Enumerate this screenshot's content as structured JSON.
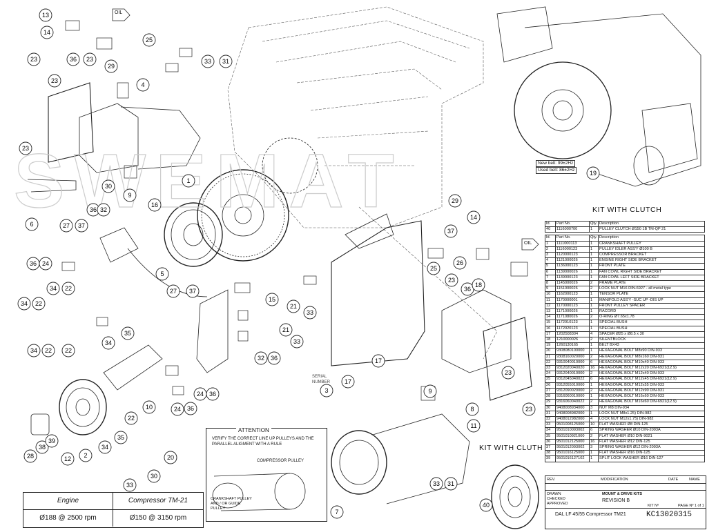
{
  "kit_title": "KIT WITH CLUTCH",
  "kit_title_small": "KIT WITH CLUTH",
  "table_header": {
    "id": "Id.",
    "part": "Part No.",
    "qty": "Qty.",
    "desc": "Description"
  },
  "clutch_row": {
    "id": "40",
    "part": "1116000700",
    "qty": "1",
    "desc": "PULLEY CLUTCH Ø150 1B TM-QP 21"
  },
  "parts": [
    {
      "id": "1",
      "part": "1111000113",
      "qty": "1",
      "desc": "CRANKSHAFT PULLEY"
    },
    {
      "id": "2",
      "part": "1116000123",
      "qty": "1",
      "desc": "PULLEY IDLER ASS'Y Ø100 B"
    },
    {
      "id": "3",
      "part": "1120000123",
      "qty": "1",
      "desc": "COMPRESSOR BRACKET"
    },
    {
      "id": "4",
      "part": "1121000026",
      "qty": "1",
      "desc": "ENGINE RIGHT SIDE BRACKET"
    },
    {
      "id": "5",
      "part": "1136000123",
      "qty": "1",
      "desc": "FRONT PLATE"
    },
    {
      "id": "6",
      "part": "1139000026",
      "qty": "1",
      "desc": "FAN COWL RIGHT SIDE BRACKET"
    },
    {
      "id": "7",
      "part": "1139000123",
      "qty": "1",
      "desc": "FAN COWL LEFT SIDE BRACKET"
    },
    {
      "id": "8",
      "part": "1145000026",
      "qty": "2",
      "desc": "FRAME PLATE"
    },
    {
      "id": "9",
      "part": "1151000026",
      "qty": "2",
      "desc": "LOCK NUT M16 DIN-6927 - all metal type"
    },
    {
      "id": "10",
      "part": "1162000123",
      "qty": "1",
      "desc": "TENSOR PLATE"
    },
    {
      "id": "11",
      "part": "1170000001",
      "qty": "1",
      "desc": "MANIFOLD ASS'Y -SUC UP -DIS UP"
    },
    {
      "id": "12",
      "part": "1170000123",
      "qty": "1",
      "desc": "FRONT PULLEY SPACER"
    },
    {
      "id": "13",
      "part": "1171000026",
      "qty": "1",
      "desc": "RACORD"
    },
    {
      "id": "14",
      "part": "1171080026",
      "qty": "2",
      "desc": "O-RING Ø7.65x1.78"
    },
    {
      "id": "15",
      "part": "1172010123",
      "qty": "1",
      "desc": "SPECIAL BUSH"
    },
    {
      "id": "16",
      "part": "1172020123",
      "qty": "1",
      "desc": "SPECIAL BUSH"
    },
    {
      "id": "17",
      "part": "1202508304",
      "qty": "4",
      "desc": "SPACER Ø25 x Ø8.5 x 30"
    },
    {
      "id": "18",
      "part": "1210000026",
      "qty": "2",
      "desc": "SILENTBLOCK"
    },
    {
      "id": "19",
      "part": "1260130165",
      "qty": "1",
      "desc": "BELT  BX43"
    },
    {
      "id": "20",
      "part": "9308080100000",
      "qty": "1",
      "desc": "HEXAGONAL BOLT M8x90 DIN-933"
    },
    {
      "id": "21",
      "part": "9308160020000",
      "qty": "2",
      "desc": "HEXAGONAL BOLT M8x160 DIN-931"
    },
    {
      "id": "22",
      "part": "9310040010000",
      "qty": "6",
      "desc": "HEXAGONAL BOLT M10x40 DIN-933"
    },
    {
      "id": "23",
      "part": "9312020040020",
      "qty": "16",
      "desc": "HEXAGONAL BOLT M12x20 DIN-6921(12.9)"
    },
    {
      "id": "24",
      "part": "9312040010000",
      "qty": "2",
      "desc": "HEXAGONAL BOLT M12x40 DIN-933"
    },
    {
      "id": "25",
      "part": "9312045040022",
      "qty": "6",
      "desc": "HEXAGONAL BOLT M12x45 DIN-6921(12.9)"
    },
    {
      "id": "26",
      "part": "9312055010000",
      "qty": "1",
      "desc": "HEXAGONAL BOLT M12x55 DIN-933"
    },
    {
      "id": "27",
      "part": "9312090020000",
      "qty": "2",
      "desc": "HEXAGONAL BOLT M12x90 DIN-931"
    },
    {
      "id": "28",
      "part": "9316060010000",
      "qty": "1",
      "desc": "HEXAGONAL BOLT M16x60 DIN-933"
    },
    {
      "id": "29",
      "part": "9316060040022",
      "qty": "2",
      "desc": "HEXAGONAL BOLT M16x60 DIN-6921(12.9)"
    },
    {
      "id": "30",
      "part": "9408008934000",
      "qty": "3",
      "desc": "NUT M8 DIN-934"
    },
    {
      "id": "31",
      "part": "9408008982000",
      "qty": "1",
      "desc": "LOCK NUT M8x1.25) DIN-982"
    },
    {
      "id": "32",
      "part": "9408012982000",
      "qty": "4",
      "desc": "LOCK NUT M12x1.75) DIN-982"
    },
    {
      "id": "33",
      "part": "9501008125000",
      "qty": "10",
      "desc": "FLAT WASHER Ø8 DIN-125"
    },
    {
      "id": "34",
      "part": "9501010093002",
      "qty": "6",
      "desc": "SPRING WASHER Ø10 DIN-2093A"
    },
    {
      "id": "35",
      "part": "9501010921000",
      "qty": "2",
      "desc": "FLAT WASHER Ø10 DIN-9021"
    },
    {
      "id": "36",
      "part": "9501012125000",
      "qty": "16",
      "desc": "FLAT WASHER Ø12 DIN-125"
    },
    {
      "id": "37",
      "part": "9501012093002",
      "qty": "3",
      "desc": "SPRING WASHER Ø12 DIN-2093A"
    },
    {
      "id": "38",
      "part": "9501016125000",
      "qty": "1",
      "desc": "FLAT WASHER Ø16 DIN-125"
    },
    {
      "id": "39",
      "part": "9501016127102",
      "qty": "1",
      "desc": "SPLIT LOCK WASHER Ø16 DIN-127"
    }
  ],
  "belt_freq": {
    "new": "New belt: 99±2Hz",
    "used": "Used belt: 86±2Hz"
  },
  "attention": {
    "title": "ATTENTION",
    "text": "VERIFY THE CORRECT LINE UP PULLEYS AND THE PARALLEL ALIGMENT WITH A RULE",
    "compressor_pulley": "COMPRESSOR PULLEY",
    "crank_pulley": "CRANKSHAFT PULLEY AND / OR GUIDE PULLEY"
  },
  "spec": {
    "engine_label": "Engine",
    "compressor_label": "Compressor TM-21",
    "engine_value": "Ø188 @ 2500 rpm",
    "compressor_value": "Ø150 @ 3150 rpm"
  },
  "serial_label": "SERIAL NUMBER",
  "oil_label": "OIL",
  "title_block": {
    "rev": "REV.",
    "modification": "MODIFICATION",
    "date": "DATE",
    "name": "NAME",
    "drawn": "DRAWN",
    "checked": "CHECKED",
    "approved": "APPROVED",
    "company": "MOUNT & DRIVE KITS",
    "revision": "REVISION  B",
    "kit_no_label": "KIT Nº",
    "page_label": "PAGE Nº 1 of 1",
    "drawing_title": "DAL LF 45/55 Compressor TM21",
    "kit_no": "KC13020315"
  },
  "callouts": [
    {
      "n": "13"
    },
    {
      "n": "14"
    },
    {
      "n": "23"
    },
    {
      "n": "36"
    },
    {
      "n": "23"
    },
    {
      "n": "23"
    },
    {
      "n": "25"
    },
    {
      "n": "29"
    },
    {
      "n": "33"
    },
    {
      "n": "31"
    },
    {
      "n": "4"
    },
    {
      "n": "23"
    },
    {
      "n": "30"
    },
    {
      "n": "9"
    },
    {
      "n": "6"
    },
    {
      "n": "1"
    },
    {
      "n": "16"
    },
    {
      "n": "36"
    },
    {
      "n": "32"
    },
    {
      "n": "27"
    },
    {
      "n": "37"
    },
    {
      "n": "36"
    },
    {
      "n": "24"
    },
    {
      "n": "5"
    },
    {
      "n": "34"
    },
    {
      "n": "22"
    },
    {
      "n": "34"
    },
    {
      "n": "22"
    },
    {
      "n": "34"
    },
    {
      "n": "22"
    },
    {
      "n": "22"
    },
    {
      "n": "27"
    },
    {
      "n": "37"
    },
    {
      "n": "15"
    },
    {
      "n": "21"
    },
    {
      "n": "33"
    },
    {
      "n": "21"
    },
    {
      "n": "33"
    },
    {
      "n": "32"
    },
    {
      "n": "36"
    },
    {
      "n": "34"
    },
    {
      "n": "35"
    },
    {
      "n": "10"
    },
    {
      "n": "24"
    },
    {
      "n": "36"
    },
    {
      "n": "24"
    },
    {
      "n": "36"
    },
    {
      "n": "22"
    },
    {
      "n": "35"
    },
    {
      "n": "34"
    },
    {
      "n": "28"
    },
    {
      "n": "38"
    },
    {
      "n": "39"
    },
    {
      "n": "12"
    },
    {
      "n": "2"
    },
    {
      "n": "20"
    },
    {
      "n": "33"
    },
    {
      "n": "30"
    },
    {
      "n": "29"
    },
    {
      "n": "37"
    },
    {
      "n": "14"
    },
    {
      "n": "26"
    },
    {
      "n": "25"
    },
    {
      "n": "23"
    },
    {
      "n": "36"
    },
    {
      "n": "18"
    },
    {
      "n": "17"
    },
    {
      "n": "17"
    },
    {
      "n": "3"
    },
    {
      "n": "9"
    },
    {
      "n": "8"
    },
    {
      "n": "23"
    },
    {
      "n": "23"
    },
    {
      "n": "11"
    },
    {
      "n": "31"
    },
    {
      "n": "33"
    },
    {
      "n": "7"
    },
    {
      "n": "40"
    },
    {
      "n": "19"
    }
  ]
}
